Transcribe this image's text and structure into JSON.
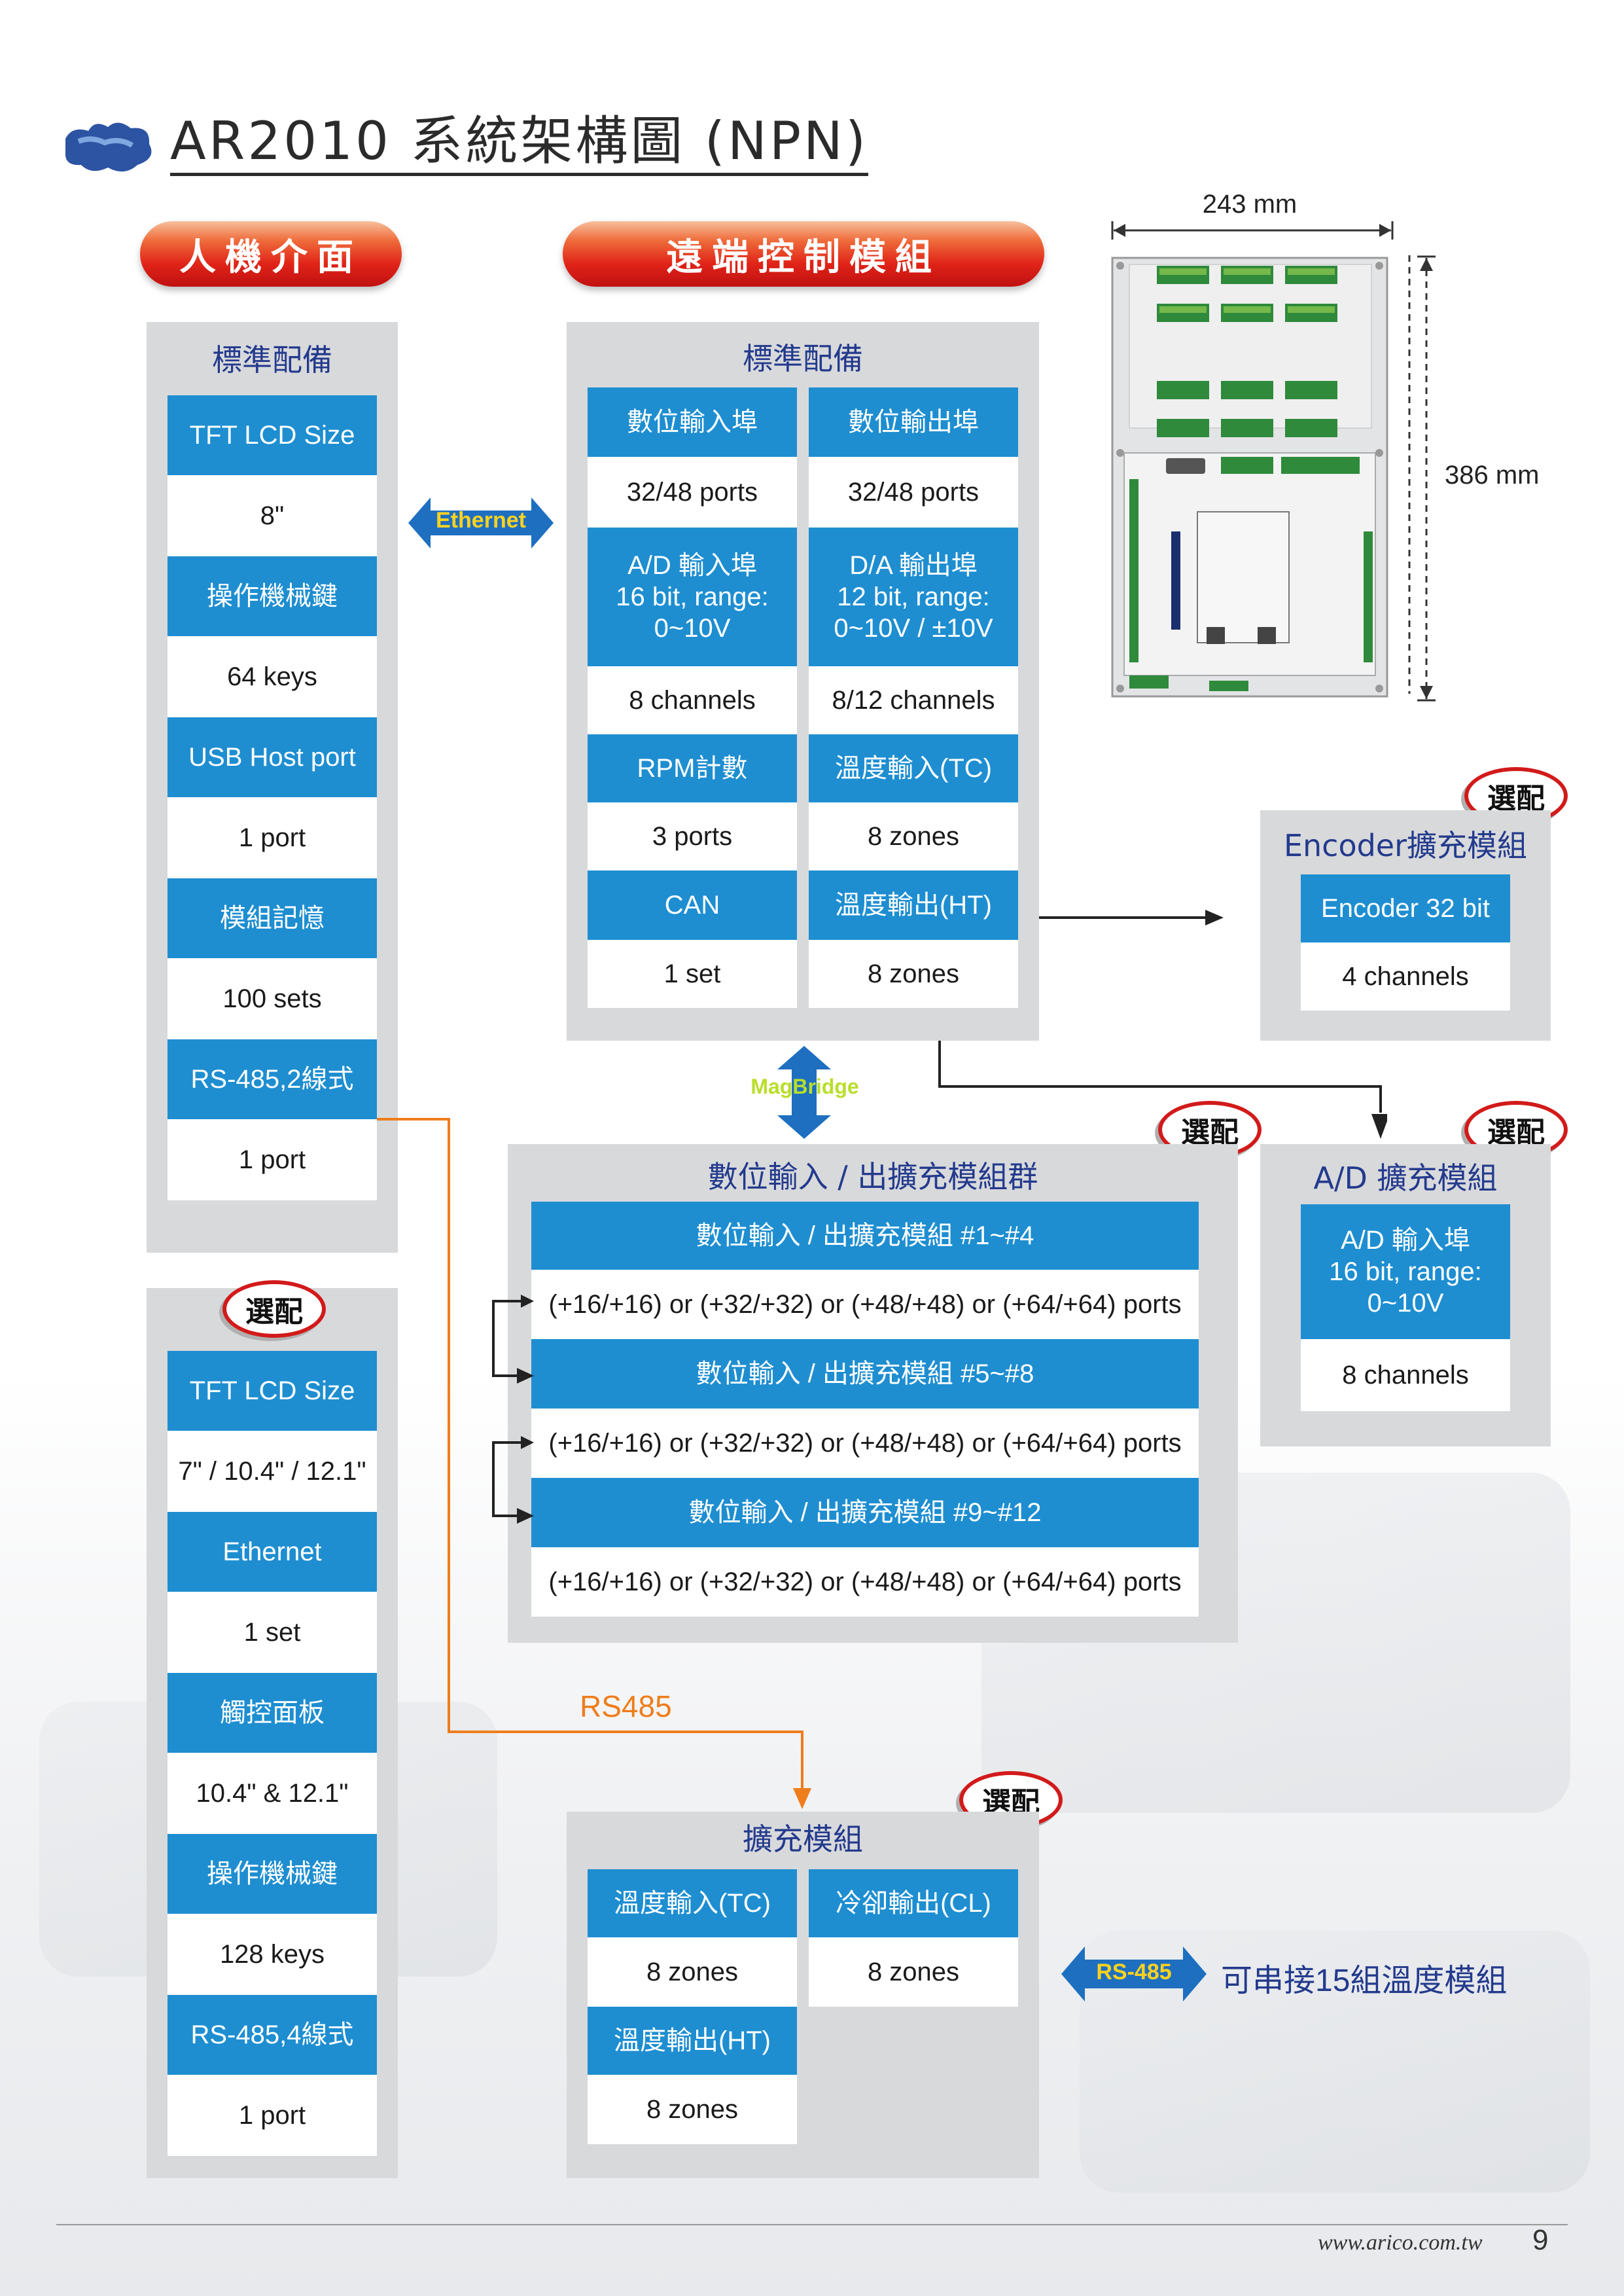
{
  "title": "AR2010 系統架構圖 (NPN)",
  "hmi": {
    "header": "人機介面",
    "standard_title": "標準配備",
    "standard": [
      {
        "label": "TFT LCD Size",
        "value": "8\""
      },
      {
        "label": "操作機械鍵",
        "value": "64 keys"
      },
      {
        "label": "USB Host port",
        "value": "1 port"
      },
      {
        "label": "模組記憶",
        "value": "100 sets"
      },
      {
        "label": "RS-485,2線式",
        "value": "1 port"
      }
    ],
    "optional_badge": "選配",
    "optional": [
      {
        "label": "TFT LCD Size",
        "value": "7\" / 10.4\" / 12.1\""
      },
      {
        "label": "Ethernet",
        "value": "1 set"
      },
      {
        "label": "觸控面板",
        "value": "10.4\" & 12.1\""
      },
      {
        "label": "操作機械鍵",
        "value": "128 keys"
      },
      {
        "label": "RS-485,4線式",
        "value": "1 port"
      }
    ]
  },
  "ethernet_label": "Ethernet",
  "remote": {
    "header": "遠端控制模組",
    "standard_title": "標準配備",
    "rows": [
      {
        "left_label": "數位輸入埠",
        "left_value": "32/48 ports",
        "right_label": "數位輸出埠",
        "right_value": "32/48 ports"
      },
      {
        "left_label": "A/D 輸入埠\n16 bit, range:\n0~10V",
        "left_value": "8 channels",
        "right_label": "D/A 輸出埠\n12 bit,  range:\n0~10V / ±10V",
        "right_value": "8/12 channels"
      },
      {
        "left_label": "RPM計數",
        "left_value": "3 ports",
        "right_label": "溫度輸入(TC)",
        "right_value": "8 zones"
      },
      {
        "left_label": "CAN",
        "left_value": "1 set",
        "right_label": "溫度輸出(HT)",
        "right_value": "8 zones"
      }
    ]
  },
  "dimensions": {
    "width": "243 mm",
    "height": "386 mm"
  },
  "encoder": {
    "badge": "選配",
    "title": "Encoder擴充模組",
    "label": "Encoder 32 bit",
    "value": "4 channels"
  },
  "ad_module": {
    "badge": "選配",
    "title": "A/D 擴充模組",
    "label": "A/D 輸入埠\n16 bit, range:\n0~10V",
    "value": "8 channels"
  },
  "magbridge_label": "MagBridge",
  "dio": {
    "badge": "選配",
    "title": "數位輸入 / 出擴充模組群",
    "rows": [
      {
        "label": "數位輸入 / 出擴充模組 #1~#4",
        "value": "(+16/+16) or (+32/+32) or (+48/+48) or (+64/+64) ports"
      },
      {
        "label": "數位輸入 / 出擴充模組 #5~#8",
        "value": "(+16/+16) or (+32/+32) or (+48/+48) or (+64/+64) ports"
      },
      {
        "label": "數位輸入 / 出擴充模組 #9~#12",
        "value": "(+16/+16) or (+32/+32) or (+48/+48) or (+64/+64) ports"
      }
    ]
  },
  "rs485_line_label": "RS485",
  "expansion": {
    "badge": "選配",
    "title": "擴充模組",
    "items": [
      {
        "label": "溫度輸入(TC)",
        "value": "8 zones"
      },
      {
        "label": "冷卻輸出(CL)",
        "value": "8 zones"
      },
      {
        "label": "溫度輸出(HT)",
        "value": "8 zones"
      }
    ]
  },
  "rs485_badge": "RS-485",
  "rs485_note": "可串接15組溫度模組",
  "footer": {
    "url": "www.arico.com.tw",
    "page": "9"
  },
  "colors": {
    "header_blue": "#1e8ed1",
    "panel_gray": "#d8d9db",
    "title_blue": "#233a8d",
    "orange_line": "#ee7d1b",
    "badge_red": "#d21a1a"
  }
}
